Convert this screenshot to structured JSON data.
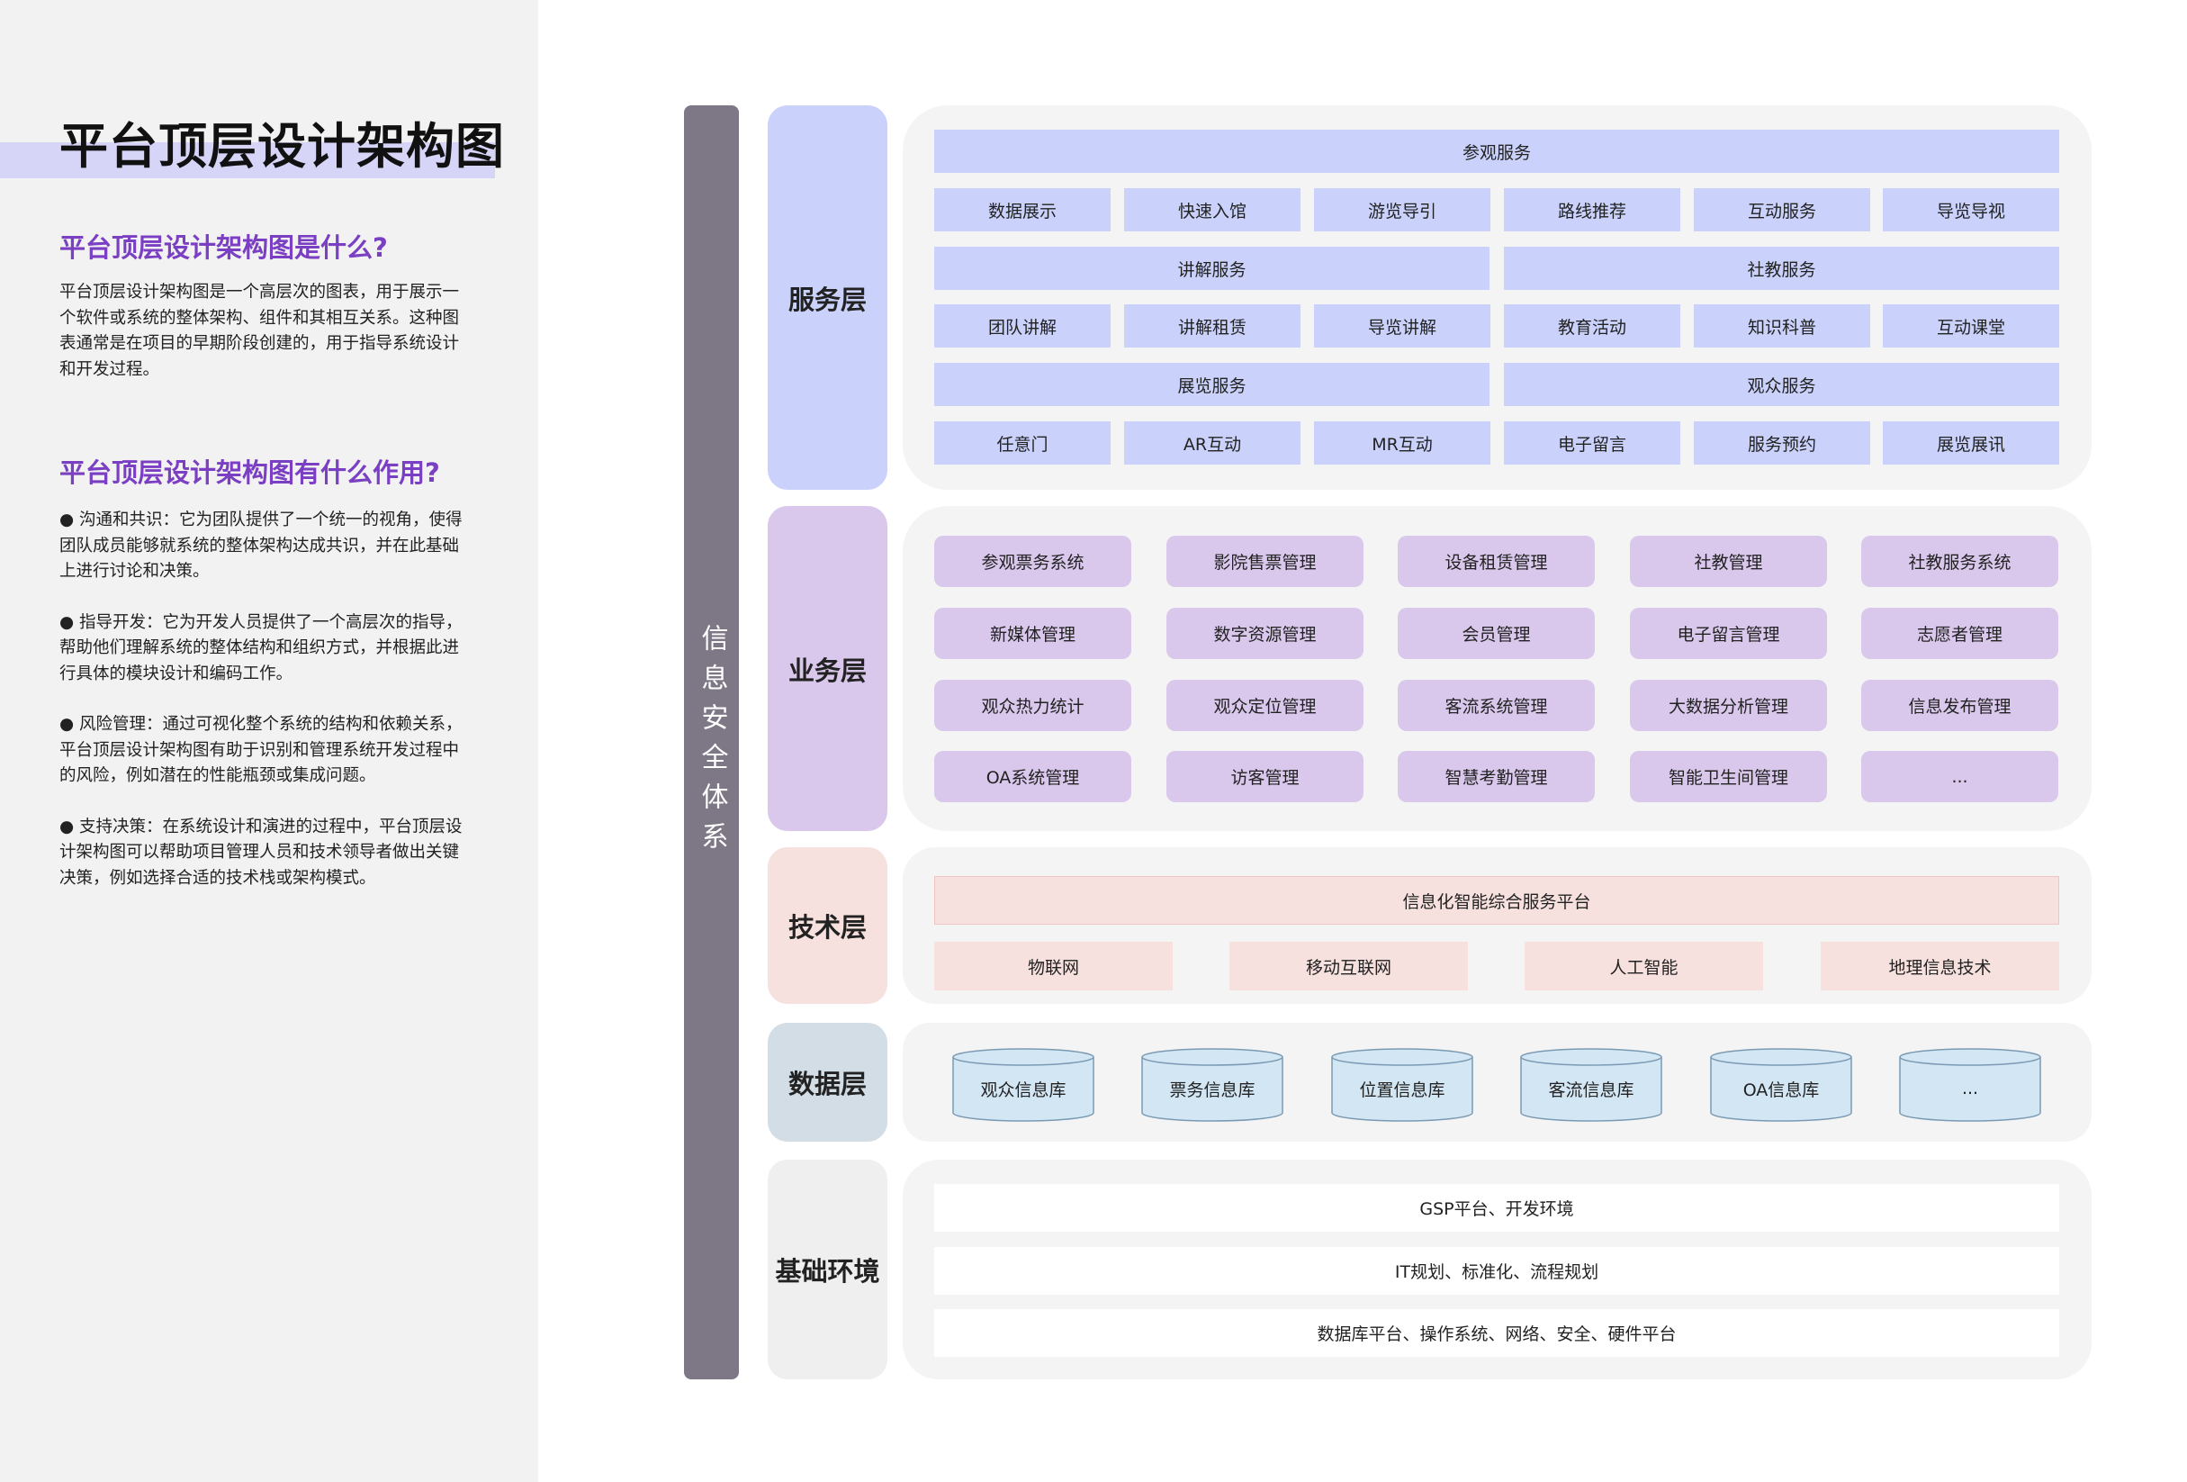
{
  "left": {
    "title": "平台顶层设计架构图",
    "q1": "平台顶层设计架构图是什么?",
    "a1": "平台顶层设计架构图是一个高层次的图表，用于展示一个软件或系统的整体架构、组件和其相互关系。这种图表通常是在项目的早期阶段创建的，用于指导系统设计和开发过程。",
    "q2": "平台顶层设计架构图有什么作用?",
    "bullets": [
      "● 沟通和共识：它为团队提供了一个统一的视角，使得团队成员能够就系统的整体架构达成共识，并在此基础上进行讨论和决策。",
      "● 指导开发：它为开发人员提供了一个高层次的指导，帮助他们理解系统的整体结构和组织方式，并根据此进行具体的模块设计和编码工作。",
      "● 风险管理：通过可视化整个系统的结构和依赖关系，平台顶层设计架构图有助于识别和管理系统开发过程中的风险，例如潜在的性能瓶颈或集成问题。",
      "● 支持决策：在系统设计和演进的过程中，平台顶层设计架构图可以帮助项目管理人员和技术领导者做出关键决策，例如选择合适的技术栈或架构模式。"
    ]
  },
  "diagram": {
    "security": "信息安全体系",
    "service": {
      "label": "服务层",
      "visit": "参观服务",
      "row1": [
        "数据展示",
        "快速入馆",
        "游览导引",
        "路线推荐",
        "互动服务",
        "导览导视"
      ],
      "explain": "讲解服务",
      "edu": "社教服务",
      "row2": [
        "团队讲解",
        "讲解租赁",
        "导览讲解",
        "教育活动",
        "知识科普",
        "互动课堂"
      ],
      "exhibit": "展览服务",
      "audience": "观众服务",
      "row3": [
        "任意门",
        "AR互动",
        "MR互动",
        "电子留言",
        "服务预约",
        "展览展讯"
      ]
    },
    "business": {
      "label": "业务层",
      "items": [
        "参观票务系统",
        "影院售票管理",
        "设备租赁管理",
        "社教管理",
        "社教服务系统",
        "新媒体管理",
        "数字资源管理",
        "会员管理",
        "电子留言管理",
        "志愿者管理",
        "观众热力统计",
        "观众定位管理",
        "客流系统管理",
        "大数据分析管理",
        "信息发布管理",
        "OA系统管理",
        "访客管理",
        "智慧考勤管理",
        "智能卫生间管理",
        "..."
      ]
    },
    "tech": {
      "label": "技术层",
      "platform": "信息化智能综合服务平台",
      "items": [
        "物联网",
        "移动互联网",
        "人工智能",
        "地理信息技术"
      ]
    },
    "data": {
      "label": "数据层",
      "items": [
        "观众信息库",
        "票务信息库",
        "位置信息库",
        "客流信息库",
        "OA信息库",
        "..."
      ]
    },
    "base": {
      "label": "基础环境",
      "items": [
        "GSP平台、开发环境",
        "IT规划、标准化、流程规划",
        "数据库平台、操作系统、网络、安全、硬件平台"
      ]
    }
  }
}
